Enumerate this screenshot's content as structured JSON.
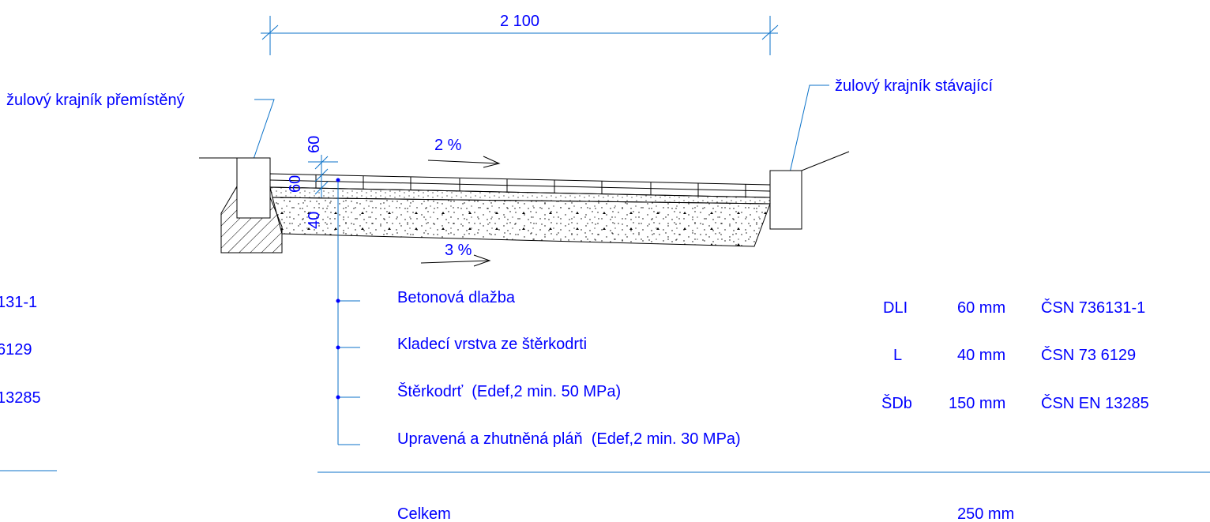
{
  "dimensions": {
    "total_width": "2 100",
    "paving_top": "60",
    "paving_side": "60",
    "bedding_side": "40"
  },
  "slopes": {
    "top": "2 %",
    "bottom": "3 %"
  },
  "curbs": {
    "left": "žulový krajník přemístěný",
    "right": "žulový krajník stávající"
  },
  "layers": [
    {
      "label": "Betonová dlažba"
    },
    {
      "label": "Kladecí vrstva ze štěrkodrti"
    },
    {
      "label": "Štěrkodrť  (Edef,2 min. 50 MPa)"
    },
    {
      "label": "Upravená a zhutněná pláň  (Edef,2 min. 30 MPa)"
    }
  ],
  "spec_table": [
    {
      "code": "DLI",
      "thickness": "60 mm",
      "standard": "ČSN 736131-1"
    },
    {
      "code": "L",
      "thickness": "40 mm",
      "standard": "ČSN 73 6129"
    },
    {
      "code": "ŠDb",
      "thickness": "150 mm",
      "standard": "ČSN EN 13285"
    }
  ],
  "left_partial_table": [
    {
      "standard_fragment": "131-1"
    },
    {
      "standard_fragment": "6129"
    },
    {
      "standard_fragment": "13285"
    }
  ],
  "total": {
    "label": "Celkem",
    "value": "250 mm"
  },
  "colors": {
    "text": "#0000ff",
    "leader": "#0b72c9",
    "outline": "#000000"
  }
}
